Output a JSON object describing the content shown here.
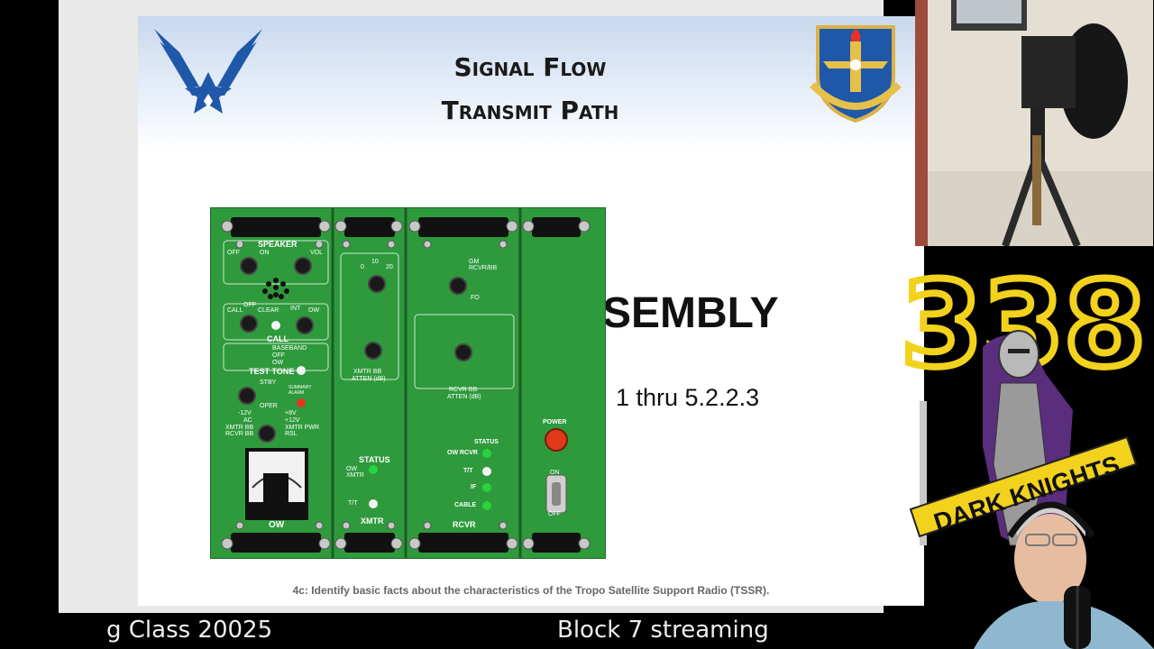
{
  "slide": {
    "title_line1": "Signal Flow",
    "title_line2": "Transmit Path",
    "background_heading": "SEMBLY",
    "background_reference": "1 thru 5.2.2.3",
    "footer_objective": "4c: Identify basic facts about the characteristics of the Tropo Satellite Support Radio (TSSR)."
  },
  "panel": {
    "ow_module": {
      "speaker": "SPEAKER",
      "off": "OFF",
      "on": "ON",
      "vol": "VOL",
      "call": "CALL",
      "off2": "OFF",
      "clear": "CLEAR",
      "int": "INT",
      "ow": "OW",
      "call_label": "CALL",
      "baseband": "BASEBAND",
      "off3": "OFF",
      "ow2": "OW",
      "test_tone": "TEST TONE",
      "stby": "STBY",
      "oper": "OPER",
      "summary_alarm": "SUMMARY ALARM",
      "minus12v": "-12V",
      "ac": "AC",
      "xmtr_bb": "XMTR BB",
      "rcvr_bb": "RCVR BB",
      "plus8v": "+8V",
      "plus12v": "+12V",
      "xmtr_pwr": "XMTR PWR",
      "rsl": "RSL",
      "module_label": "OW"
    },
    "xmtr_module": {
      "scale_0": "0",
      "scale_10": "10",
      "scale_20": "20",
      "atten_title": "XMTR BB",
      "atten_unit": "ATTEN (dB)",
      "status": "STATUS",
      "ow_xmtr": "OW XMTR",
      "tt": "T/T",
      "module_label": "XMTR"
    },
    "rcvr_module": {
      "gm_rcvr_bb": "GM RCVR/BB",
      "fo": "FO",
      "atten_title": "RCVR BB",
      "atten_unit": "ATTEN (dB)",
      "status": "STATUS",
      "ow_rcvr": "OW RCVR",
      "tt": "T/T",
      "if": "IF",
      "cable": "CABLE",
      "module_label": "RCVR"
    },
    "power_module": {
      "power": "POWER",
      "on": "ON",
      "off": "OFF"
    }
  },
  "ticker": {
    "left": "g Class 20025",
    "right": "Block 7 streaming"
  },
  "overlay": {
    "badge_number": "338",
    "badge_banner": "DARK KNIGHTS"
  },
  "colors": {
    "panel_green": "#2e9a3c",
    "af_blue": "#1f58a8",
    "power_button": "#e03a1a",
    "led_green": "#27d33e",
    "badge_gold": "#f2d21c",
    "badge_purple": "#5a2d7d"
  }
}
